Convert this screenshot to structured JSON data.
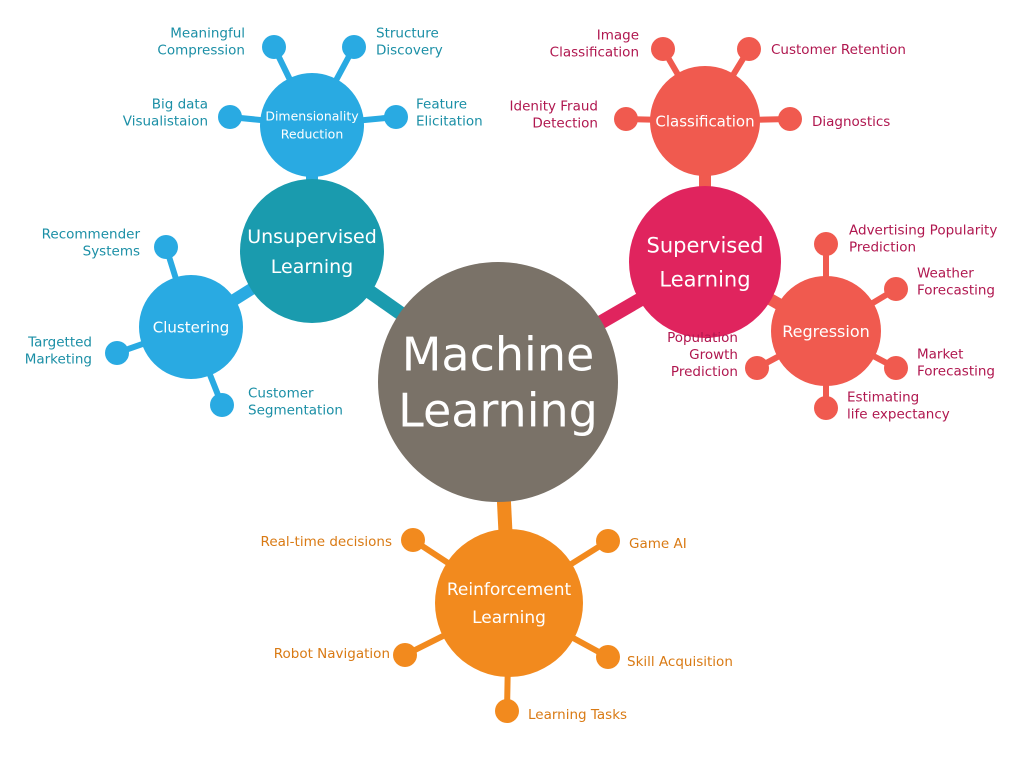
{
  "center": {
    "lines": [
      "Machine",
      "Learning"
    ],
    "color": "#7a7268"
  },
  "branches": [
    {
      "id": "unsupervised-learning",
      "lines": [
        "Unsupervised",
        "Learning"
      ],
      "color": "#1a9bae",
      "subs": [
        {
          "id": "dimensionality-reduction",
          "lines": [
            "Dimensionality",
            "Reduction"
          ],
          "color": "#29aae2",
          "leaves": [
            {
              "id": "meaningful-compression",
              "lines": [
                "Meaningful",
                "Compression"
              ]
            },
            {
              "id": "structure-discovery",
              "lines": [
                "Structure",
                "Discovery"
              ]
            },
            {
              "id": "big-data-visualisation",
              "lines": [
                "Big data",
                "Visualistaion"
              ]
            },
            {
              "id": "feature-elicitation",
              "lines": [
                "Feature",
                "Elicitation"
              ]
            }
          ]
        },
        {
          "id": "clustering",
          "lines": [
            "Clustering"
          ],
          "color": "#29aae2",
          "leaves": [
            {
              "id": "recommender-systems",
              "lines": [
                "Recommender",
                "Systems"
              ]
            },
            {
              "id": "targetted-marketing",
              "lines": [
                "Targetted",
                "Marketing"
              ]
            },
            {
              "id": "customer-segmentation",
              "lines": [
                "Customer",
                "Segmentation"
              ]
            }
          ]
        }
      ]
    },
    {
      "id": "supervised-learning",
      "lines": [
        "Supervised",
        "Learning"
      ],
      "color": "#e0245e",
      "subs": [
        {
          "id": "classification",
          "lines": [
            "Classification"
          ],
          "color": "#f05a4f",
          "leaves": [
            {
              "id": "image-classification",
              "lines": [
                "Image",
                "Classification"
              ]
            },
            {
              "id": "customer-retention",
              "lines": [
                "Customer Retention"
              ]
            },
            {
              "id": "identity-fraud-detection",
              "lines": [
                "Idenity Fraud",
                "Detection"
              ]
            },
            {
              "id": "diagnostics",
              "lines": [
                "Diagnostics"
              ]
            }
          ]
        },
        {
          "id": "regression",
          "lines": [
            "Regression"
          ],
          "color": "#f05a4f",
          "leaves": [
            {
              "id": "advertising-popularity-prediction",
              "lines": [
                "Advertising Popularity",
                "Prediction"
              ]
            },
            {
              "id": "weather-forecasting",
              "lines": [
                "Weather",
                "Forecasting"
              ]
            },
            {
              "id": "market-forecasting",
              "lines": [
                "Market",
                "Forecasting"
              ]
            },
            {
              "id": "estimating-life-expectancy",
              "lines": [
                "Estimating",
                "life expectancy"
              ]
            },
            {
              "id": "population-growth-prediction",
              "lines": [
                "Population",
                "Growth",
                "Prediction"
              ]
            }
          ]
        }
      ]
    },
    {
      "id": "reinforcement-learning",
      "lines": [
        "Reinforcement",
        "Learning"
      ],
      "color": "#f28a1e",
      "subs": [
        {
          "id": "reinforcement-leaves",
          "lines": [],
          "color": "#f28a1e",
          "leaves": [
            {
              "id": "real-time-decisions",
              "lines": [
                "Real-time decisions"
              ]
            },
            {
              "id": "game-ai",
              "lines": [
                "Game AI"
              ]
            },
            {
              "id": "robot-navigation",
              "lines": [
                "Robot Navigation"
              ]
            },
            {
              "id": "skill-acquisition",
              "lines": [
                "Skill Acquisition"
              ]
            },
            {
              "id": "learning-tasks",
              "lines": [
                "Learning Tasks"
              ]
            }
          ]
        }
      ]
    }
  ],
  "text_colors": {
    "unsupervised-learning": "#1b8fa6",
    "supervised-learning": "#b0174f",
    "reinforcement-learning": "#d97a14"
  }
}
